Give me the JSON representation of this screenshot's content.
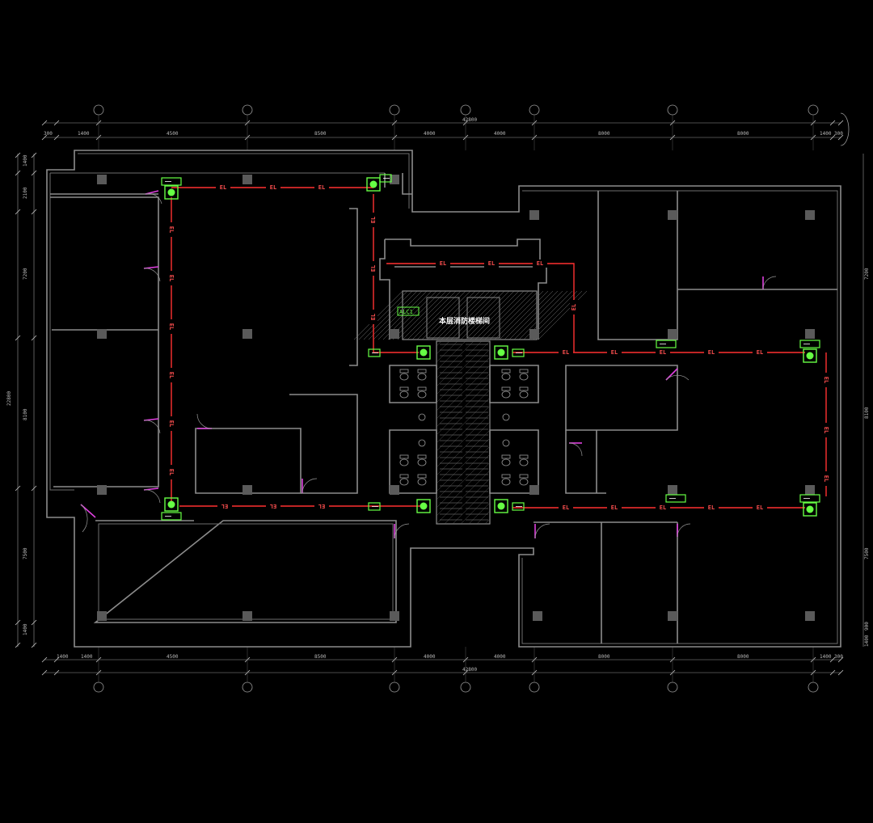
{
  "drawing": {
    "center_label": "本层消防楼梯间",
    "label_box": "ALC1",
    "cable_code": "EL",
    "top_dimensions": [
      "300",
      "1400",
      "4500",
      "8500",
      "4000",
      "4000",
      "8000",
      "8000",
      "1400",
      "300"
    ],
    "top_total": "42800",
    "bottom_dimensions": [
      "1400",
      "1400",
      "4500",
      "8500",
      "4000",
      "4000",
      "8000",
      "8000",
      "1400",
      "300"
    ],
    "bottom_total": "42800",
    "left_dimensions": [
      "1400",
      "2100",
      "7200",
      "22800",
      "8100",
      "7500",
      "1400"
    ],
    "right_dimensions": [
      "7200",
      "8100",
      "7500",
      "900",
      "1400"
    ],
    "colors": {
      "background": "#000000",
      "wall": "#8c8c8c",
      "cable": "#ff3030",
      "device": "#66ff44",
      "door": "#e040e0",
      "text": "#ffffff"
    },
    "icons": [
      "axis-bubble",
      "junction-box-icon",
      "column-icon",
      "door-swing-icon",
      "toilet-icon"
    ]
  }
}
